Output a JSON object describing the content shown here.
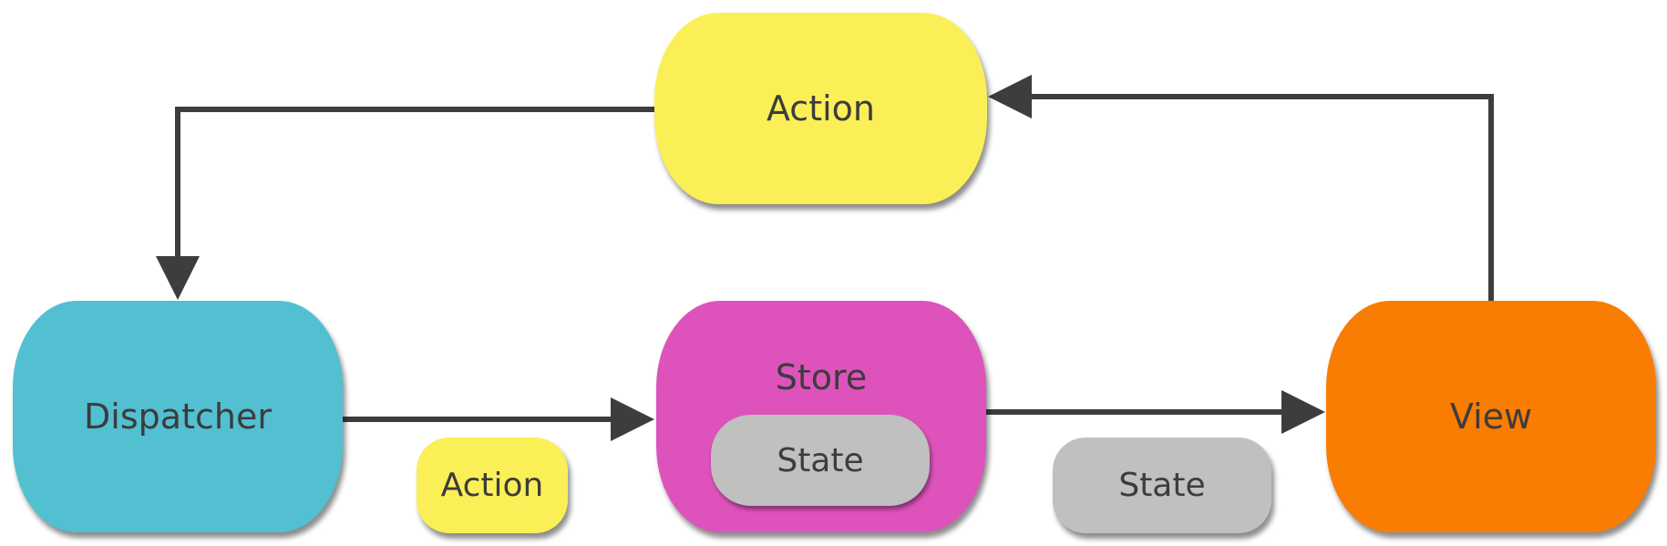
{
  "diagram": {
    "nodes": {
      "action": {
        "label": "Action",
        "color": "#fbef57"
      },
      "dispatcher": {
        "label": "Dispatcher",
        "color": "#52c0d1"
      },
      "store": {
        "label": "Store",
        "color": "#dd53bb",
        "inner_state_label": "State"
      },
      "view": {
        "label": "View",
        "color": "#f97c03"
      }
    },
    "legend": {
      "action_label": "Action",
      "state_label": "State",
      "state_color": "#bfc0bf"
    },
    "edges": [
      {
        "from": "action",
        "to": "dispatcher"
      },
      {
        "from": "dispatcher",
        "to": "store"
      },
      {
        "from": "store",
        "to": "view"
      },
      {
        "from": "view",
        "to": "action"
      }
    ],
    "edge_color": "#3d3d3d"
  }
}
